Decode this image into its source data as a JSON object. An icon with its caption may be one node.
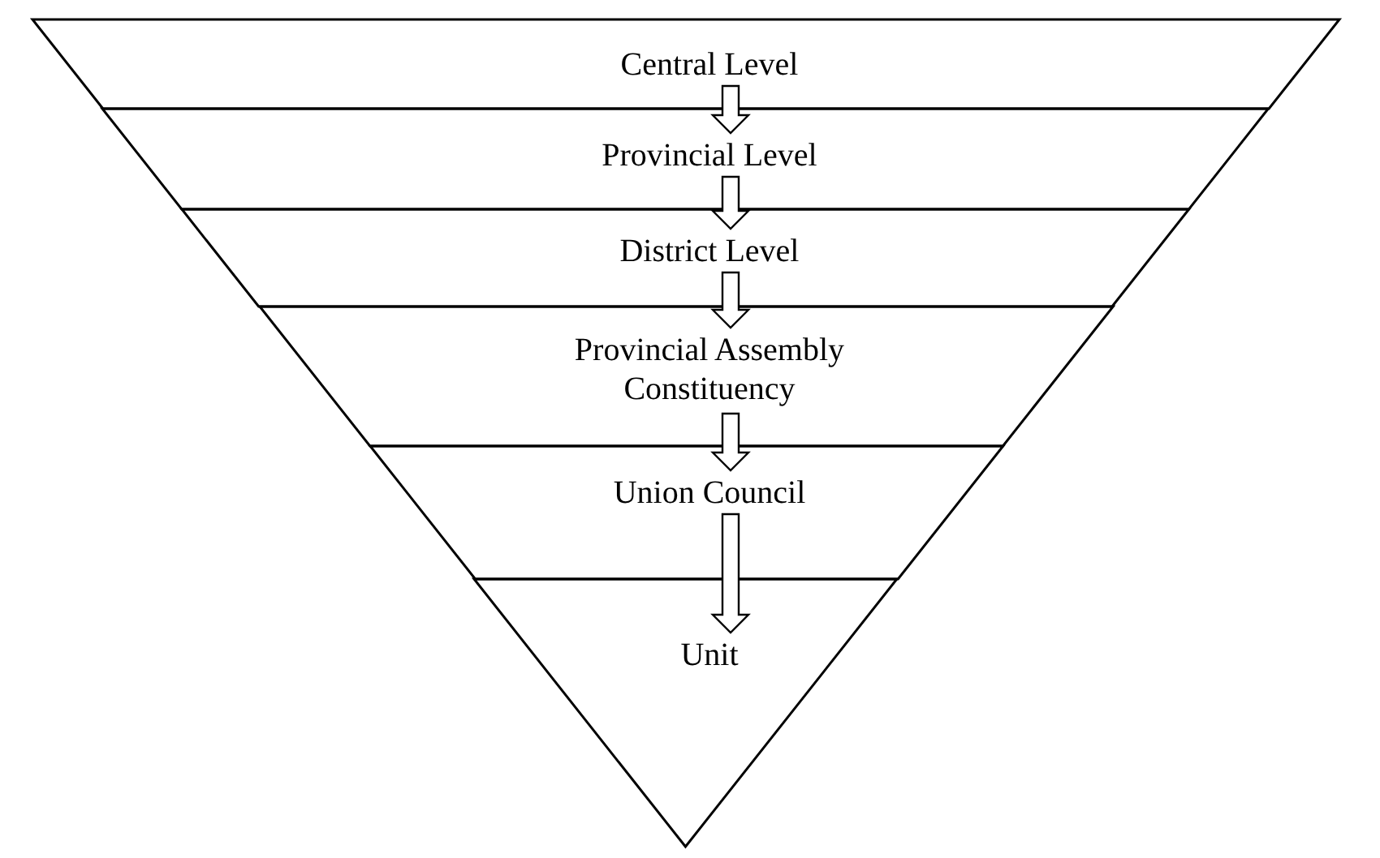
{
  "diagram": {
    "nodes": [
      {
        "text": [
          "Central Level"
        ]
      },
      {
        "text": [
          "Provincial Level"
        ]
      },
      {
        "text": [
          "District Level"
        ]
      },
      {
        "text": [
          "Provincial Assembly Constituency"
        ]
      },
      {
        "text": [
          "Union Council"
        ]
      },
      {
        "text": [
          "Unit"
        ]
      }
    ],
    "edges": [
      {
        "from": 0,
        "to": 1,
        "arrow": "to"
      },
      {
        "from": 1,
        "to": 2,
        "arrow": "to"
      },
      {
        "from": 2,
        "to": 3,
        "arrow": "to"
      },
      {
        "from": 3,
        "to": 4,
        "arrow": "to"
      },
      {
        "from": 4,
        "to": 5,
        "arrow": "to"
      }
    ]
  }
}
